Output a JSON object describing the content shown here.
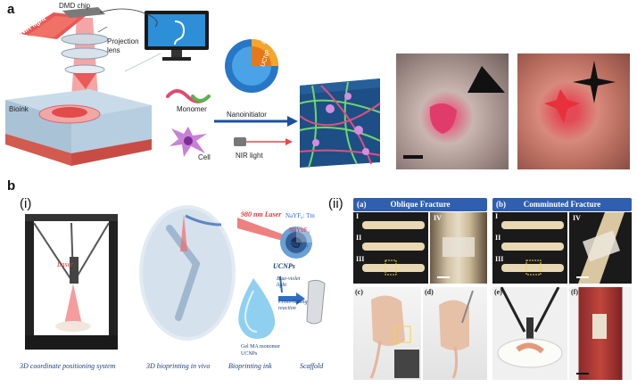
{
  "panel_a": {
    "letter": "a",
    "dmd_chip": "DMD chip",
    "nir_light": "NIR light",
    "projection_lens": "Projection\nlens",
    "bioink": "Bioink",
    "monomer": "Monomer",
    "cell": "Cell",
    "nanoinitiator": "Nanoinitiator",
    "nir_light_2": "NIR light",
    "ucnp": "UCNP",
    "lap": "LAP"
  },
  "panel_b": {
    "letter": "b",
    "part_i": "(i)",
    "part_ii": "(ii)",
    "laser": "Laser",
    "laser_980": "980 nm Laser",
    "ucnps": "UCNPs",
    "shell_1": "NaYF₄: Tm",
    "shell_2": "NaYbF₄",
    "shell_3": "NaYF₄",
    "blue_violet": "Blue-violet\nlight",
    "crosslinking": "Cross-linking\nreaction",
    "gelma": "Gel MA monomer",
    "ucnps_legend": "UCNPs",
    "cap_1": "3D coordinate positioning system",
    "cap_2": "3D bioprinting in vivo",
    "cap_3": "Bioprinting ink",
    "cap_4": "Scaffold",
    "header_a_tag": "(a)",
    "header_a": "Oblique Fracture",
    "header_b_tag": "(b)",
    "header_b": "Comminuted Fracture",
    "rn_I": "I",
    "rn_II": "II",
    "rn_III": "III",
    "rn_IV": "IV",
    "sub_c": "(c)",
    "sub_d": "(d)",
    "sub_e": "(e)",
    "sub_f": "(f)"
  }
}
